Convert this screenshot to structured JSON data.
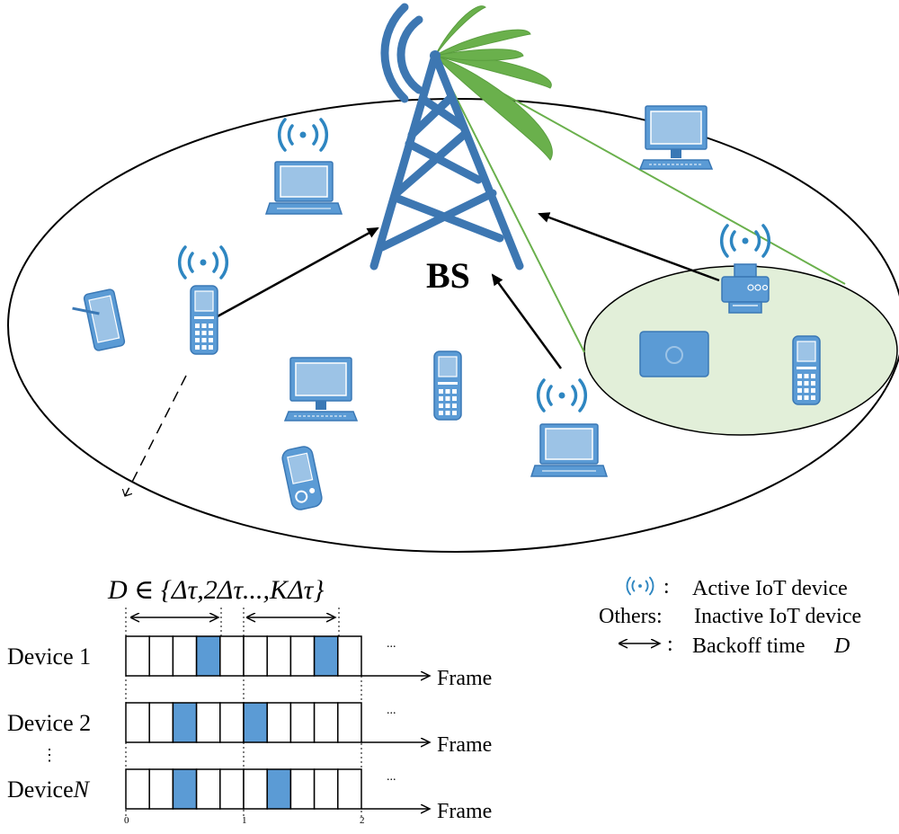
{
  "colors": {
    "device_blue": "#5b9bd5",
    "tower_blue": "#3d77b2",
    "beam_green": "#6ab04c",
    "cluster_fill": "#e2efd9",
    "wave_blue": "#2e86c1"
  },
  "bs_label": "BS",
  "backoff_set": "D ∈ {Δτ,2Δτ...,KΔτ}",
  "legend": {
    "active_symbol": "(•)",
    "active_colon": ":",
    "active_text": "Active IoT device",
    "others_label": "Others:",
    "inactive_text": "Inactive IoT device",
    "backoff_colon": ":",
    "backoff_text": "Backoff time",
    "backoff_var": "D"
  },
  "timeline": {
    "slots_per_frame": 10,
    "devices": [
      {
        "label_prefix": "Device ",
        "label_index": "1",
        "active_slots": [
          3,
          8
        ],
        "frame_label": "Frame",
        "ellipsis": "..."
      },
      {
        "label_prefix": "Device ",
        "label_index": "2",
        "active_slots": [
          2,
          5
        ],
        "frame_label": "Frame",
        "ellipsis": "..."
      },
      {
        "label_prefix": "Device",
        "label_index": "N",
        "active_slots": [
          2,
          6
        ],
        "frame_label": "Frame",
        "ellipsis": "..."
      }
    ],
    "vertical_ellipsis": "⋮",
    "ticks": [
      "0",
      "1",
      "2"
    ]
  },
  "icons": [
    "cell-tower-icon",
    "antenna-beam-icon",
    "laptop-icon",
    "desktop-icon",
    "flip-phone-icon",
    "tablet-icon",
    "pda-icon",
    "printer-icon",
    "camera-icon",
    "wireless-signal-icon"
  ]
}
